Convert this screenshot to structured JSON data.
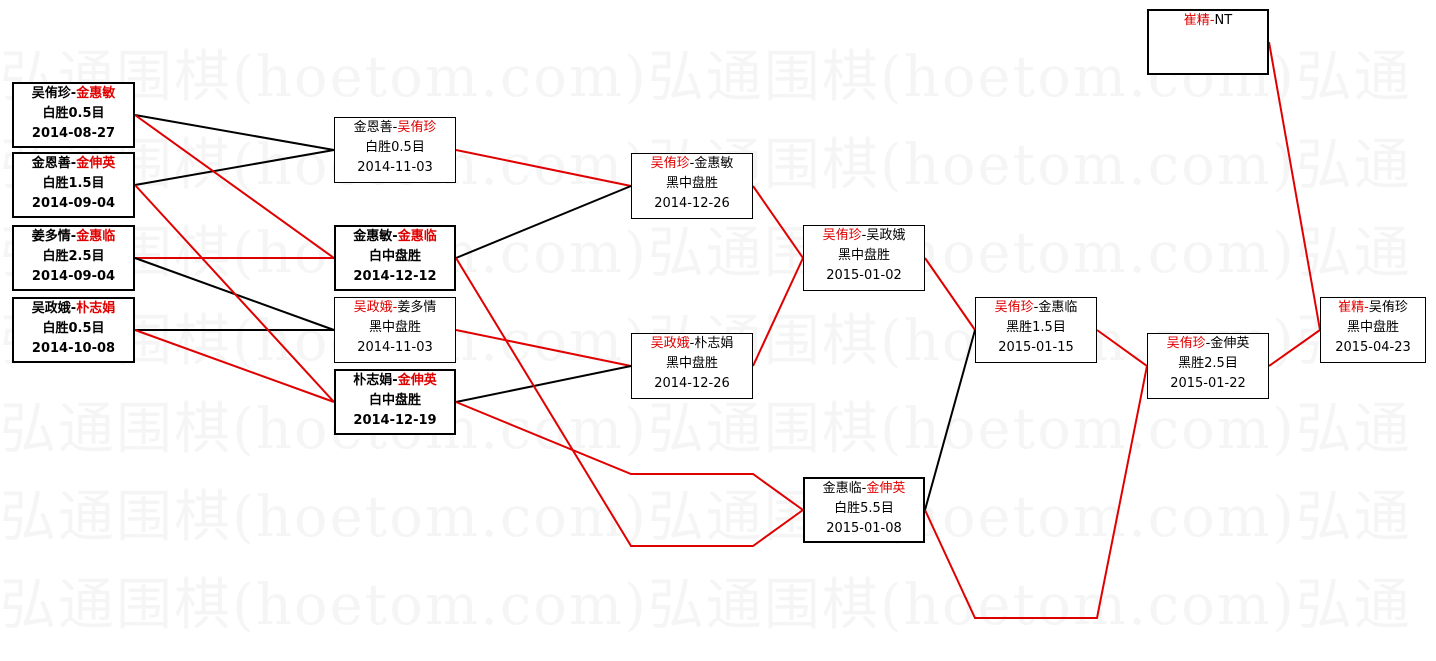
{
  "watermark": "弘通围棋(hoetom.com)弘通围棋(hoetom.com)弘通",
  "colors": {
    "winner": "#e00000",
    "line_red": "#e00000",
    "line_black": "#000000"
  },
  "matches": [
    {
      "id": "r1a",
      "p1": "吴侑珍",
      "sep": "-",
      "p2": "金惠敏",
      "result": "白胜0.5目",
      "date": "2014-08-27"
    },
    {
      "id": "r1b",
      "p1": "金恩善",
      "sep": "-",
      "p2": "金伸英",
      "result": "白胜1.5目",
      "date": "2014-09-04"
    },
    {
      "id": "r1c",
      "p1": "姜多情",
      "sep": "-",
      "p2": "金惠临",
      "result": "白胜2.5目",
      "date": "2014-09-04"
    },
    {
      "id": "r1d",
      "p1": "吴政娥",
      "sep": "-",
      "p2": "朴志娟",
      "result": "白胜0.5目",
      "date": "2014-10-08"
    },
    {
      "id": "r2a",
      "p1": "金恩善",
      "sep": "-",
      "p2": "吴侑珍",
      "result": "白胜0.5目",
      "date": "2014-11-03"
    },
    {
      "id": "r2b",
      "p1": "金惠敏",
      "sep": "-",
      "p2": "金惠临",
      "result": "白中盘胜",
      "date": "2014-12-12"
    },
    {
      "id": "r2c",
      "p1": "吴政娥",
      "sep": "-",
      "p2": "姜多情",
      "result": "黑中盘胜",
      "date": "2014-11-03"
    },
    {
      "id": "r2d",
      "p1": "朴志娟",
      "sep": "-",
      "p2": "金伸英",
      "result": "白中盘胜",
      "date": "2014-12-19"
    },
    {
      "id": "r3a",
      "p1": "吴侑珍",
      "sep": "-",
      "p2": "金惠敏",
      "result": "黑中盘胜",
      "date": "2014-12-26"
    },
    {
      "id": "r3b",
      "p1": "吴政娥",
      "sep": "-",
      "p2": "朴志娟",
      "result": "黑中盘胜",
      "date": "2014-12-26"
    },
    {
      "id": "r4a",
      "p1": "吴侑珍",
      "sep": "-",
      "p2": "吴政娥",
      "result": "黑中盘胜",
      "date": "2015-01-02"
    },
    {
      "id": "r4b",
      "p1": "金惠临",
      "sep": "-",
      "p2": "金伸英",
      "result": "白胜5.5目",
      "date": "2015-01-08"
    },
    {
      "id": "r5",
      "p1": "吴侑珍",
      "sep": "-",
      "p2": "金惠临",
      "result": "黑胜1.5目",
      "date": "2015-01-15"
    },
    {
      "id": "r6",
      "p1": "吴侑珍",
      "sep": "-",
      "p2": "金伸英",
      "result": "黑胜2.5目",
      "date": "2015-01-22"
    },
    {
      "id": "seed",
      "p1": "崔精",
      "sep": "-",
      "p2": "NT",
      "result": "",
      "date": ""
    },
    {
      "id": "final",
      "p1": "崔精",
      "sep": "-",
      "p2": "吴侑珍",
      "result": "黑中盘胜",
      "date": "2015-04-23"
    }
  ]
}
